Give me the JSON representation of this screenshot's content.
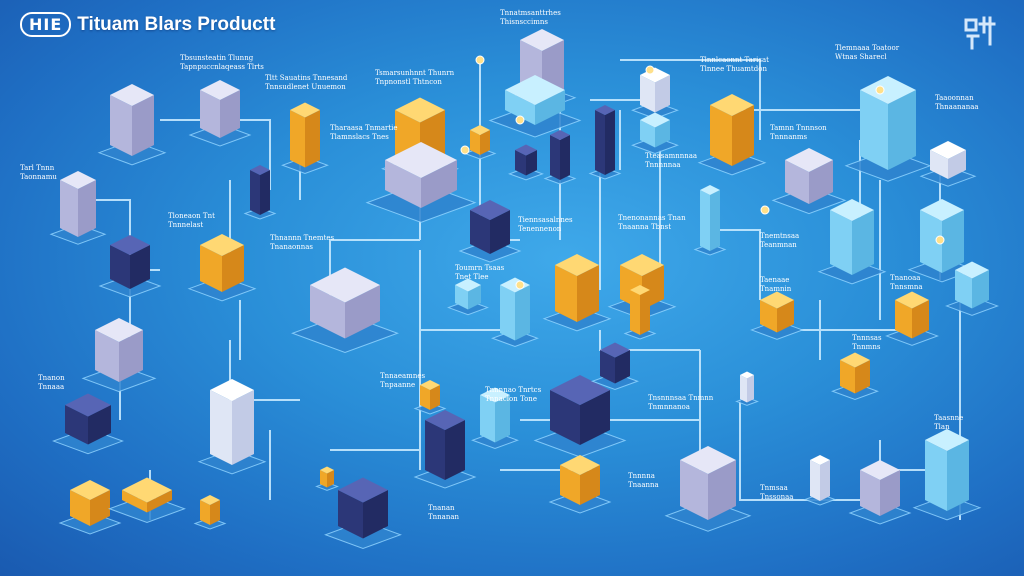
{
  "header": {
    "logo_text": "HIE",
    "title": "Tituam Blars Productt"
  },
  "colors": {
    "background": "#2a8fd8",
    "connector": "#bfe6ff",
    "gold": "#f6b83a",
    "navy": "#2c3778",
    "light_blue": "#7fd0f4",
    "lavender": "#c8c9e6"
  },
  "icons": [
    "corner-glyph-icon"
  ],
  "labels": [
    {
      "id": "l1",
      "line1": "Tbsunsteatin Tlunng",
      "line2": "Tapnpuccnlaqeass Tlrts"
    },
    {
      "id": "l2",
      "line1": "Tltt Sauatins Tnnesand",
      "line2": "Tnnsudlenet Unuemon"
    },
    {
      "id": "l3",
      "line1": "Tsmarsunhnnt Thunrn",
      "line2": "Tnpnonstl Thtncon"
    },
    {
      "id": "l4",
      "line1": "Tnnatmsanttrhes",
      "line2": "Thisnsccimns"
    },
    {
      "id": "l5",
      "line1": "Tlnnlcaonnt Tarisat",
      "line2": "Tlnnee Thuamtdon"
    },
    {
      "id": "l6",
      "line1": "Tlemnaaa Toatoor",
      "line2": "Wtnas Sharecl"
    },
    {
      "id": "l7",
      "line1": "Taaoonnan",
      "line2": "Thnaananaa"
    },
    {
      "id": "l8",
      "line1": "Tarl Tnnn",
      "line2": "Taonnamu"
    },
    {
      "id": "l9",
      "line1": "Tloneaon Tnt",
      "line2": "Tnnnelast"
    },
    {
      "id": "l10",
      "line1": "Thnannn Tnemtes",
      "line2": "Tnanaonnas"
    },
    {
      "id": "l11",
      "line1": "Tharaasa Tnmartie",
      "line2": "Tlamnslacs Tnes"
    },
    {
      "id": "l12",
      "line1": "Tiennsasalnnes",
      "line2": "Tenennenon"
    },
    {
      "id": "l13",
      "line1": "Tnenonannas Tnan",
      "line2": "Tnaanna Tbnst"
    },
    {
      "id": "l14",
      "line1": "Tteasamnnnaa",
      "line2": "Tnnnnnaa"
    },
    {
      "id": "l15",
      "line1": "Toumrn Tsaas",
      "line2": "Tnet Tlee"
    },
    {
      "id": "l16",
      "line1": "Tamnn Tnnnson",
      "line2": "Tnnnanms"
    },
    {
      "id": "l17",
      "line1": "Tnemtnsaa",
      "line2": "Teanmnan"
    },
    {
      "id": "l18",
      "line1": "Taenaae",
      "line2": "Tnamnin"
    },
    {
      "id": "l19",
      "line1": "Tnnnnao Tnrtcs",
      "line2": "Tnnaclon Tone"
    },
    {
      "id": "l20",
      "line1": "Tnnaeamnes",
      "line2": "Tnpaanne"
    },
    {
      "id": "l21",
      "line1": "Tnanon",
      "line2": "Tnnaaa"
    },
    {
      "id": "l22",
      "line1": "Tnanoaa",
      "line2": "Tnnsmna"
    },
    {
      "id": "l23",
      "line1": "Tnnnsas",
      "line2": "Tnnmns"
    },
    {
      "id": "l24",
      "line1": "Tnsnnnsaa Tnmnn",
      "line2": "Tnmnnanoa"
    },
    {
      "id": "l25",
      "line1": "Taasnne",
      "line2": "Tlan"
    },
    {
      "id": "l26",
      "line1": "Tnnnna",
      "line2": "Tnaanna"
    },
    {
      "id": "l27",
      "line1": "Tnmsaa",
      "line2": "Tnssonaa"
    },
    {
      "id": "l28",
      "line1": "Tnanan",
      "line2": "Tnnanan"
    }
  ]
}
